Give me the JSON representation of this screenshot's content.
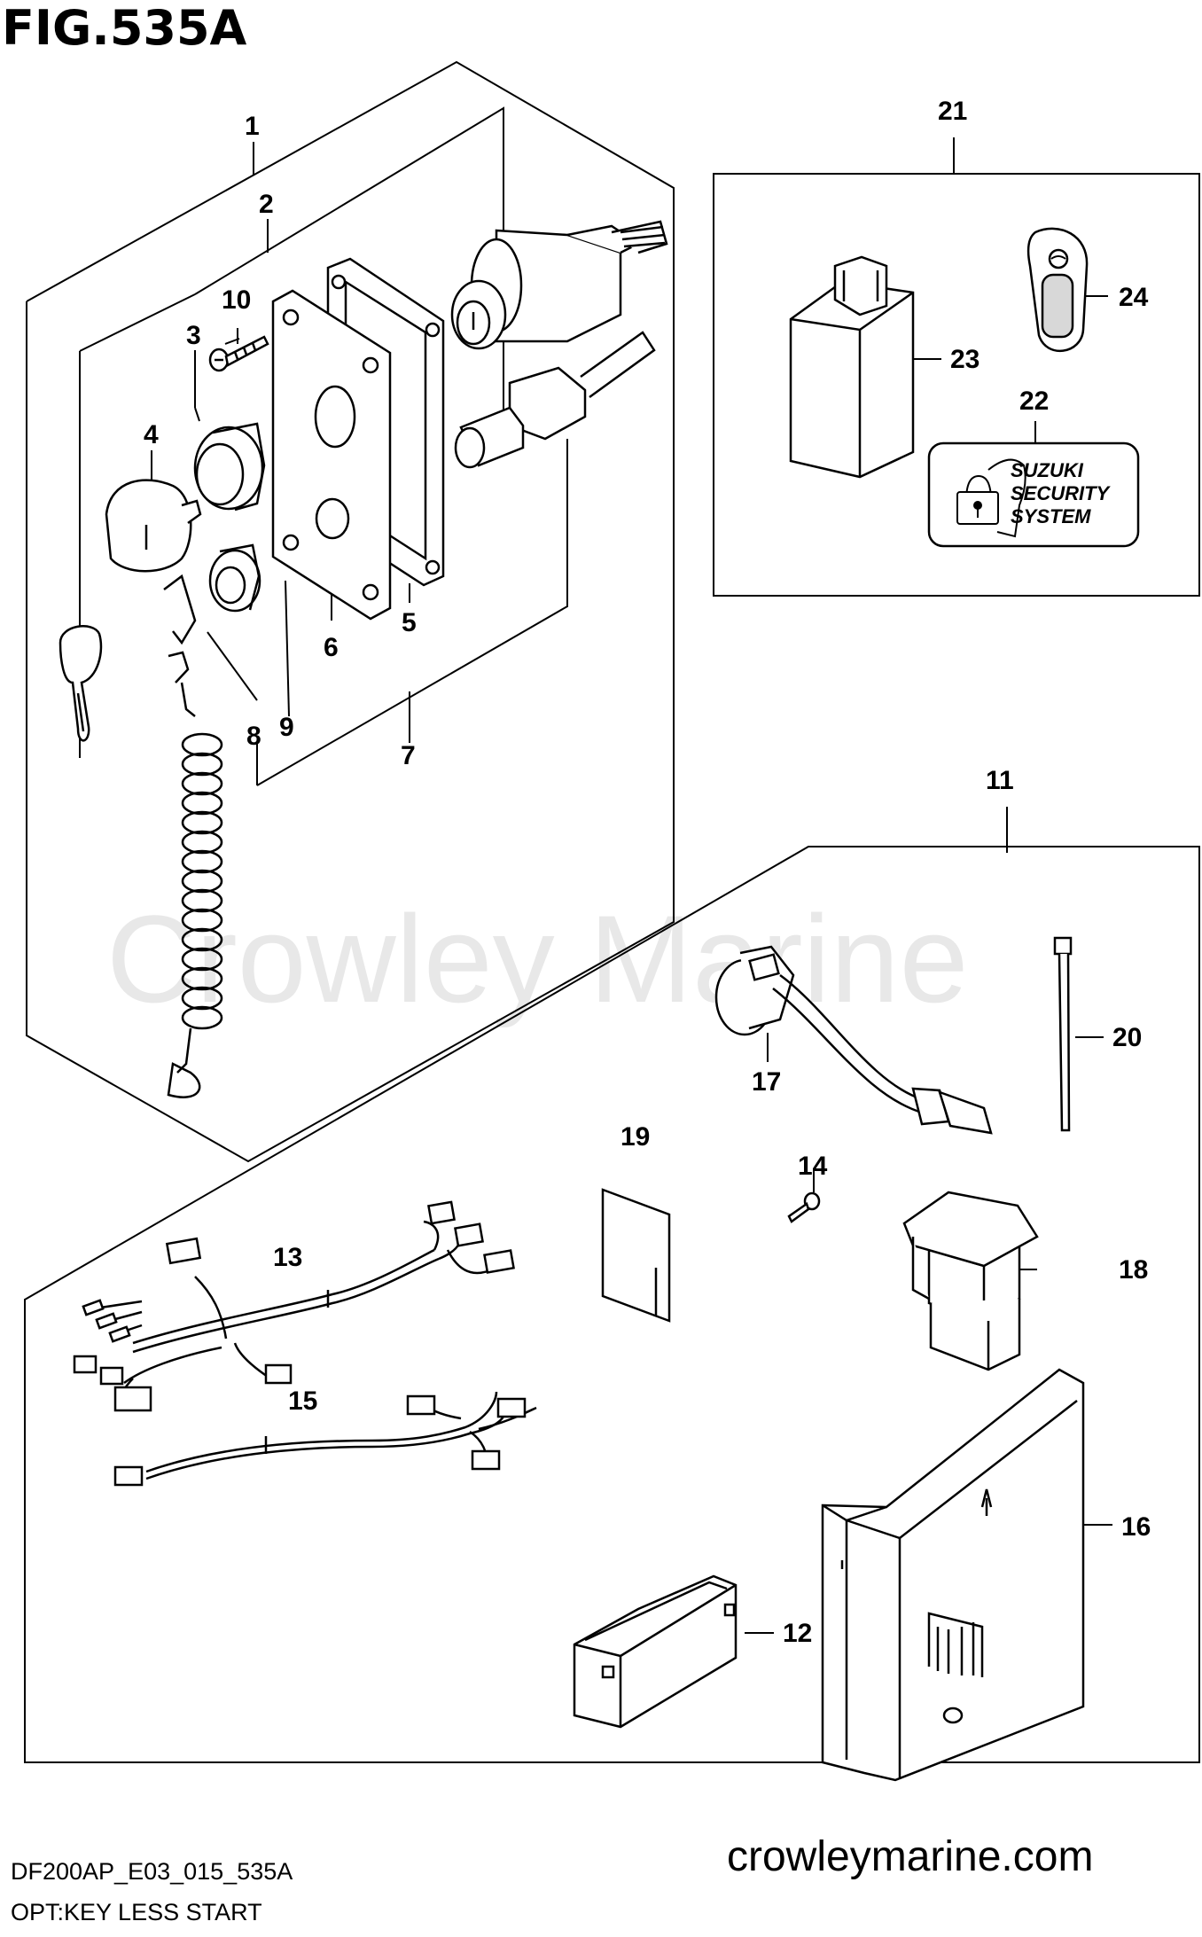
{
  "figure_title": "FIG.535A",
  "watermark": "Crowley Marine",
  "footer": {
    "code": "DF200AP_E03_015_535A",
    "subtitle": "OPT:KEY LESS START",
    "website": "crowleymarine.com"
  },
  "badge": {
    "line1": "SUZUKI",
    "line2": "SECURITY",
    "line3": "SYSTEM"
  },
  "callouts": [
    "1",
    "2",
    "3",
    "4",
    "5",
    "6",
    "7",
    "8",
    "9",
    "10",
    "11",
    "12",
    "13",
    "14",
    "15",
    "16",
    "17",
    "18",
    "19",
    "20",
    "21",
    "22",
    "23",
    "24"
  ],
  "colors": {
    "line": "#000000",
    "watermark": "#e6e6e6"
  }
}
